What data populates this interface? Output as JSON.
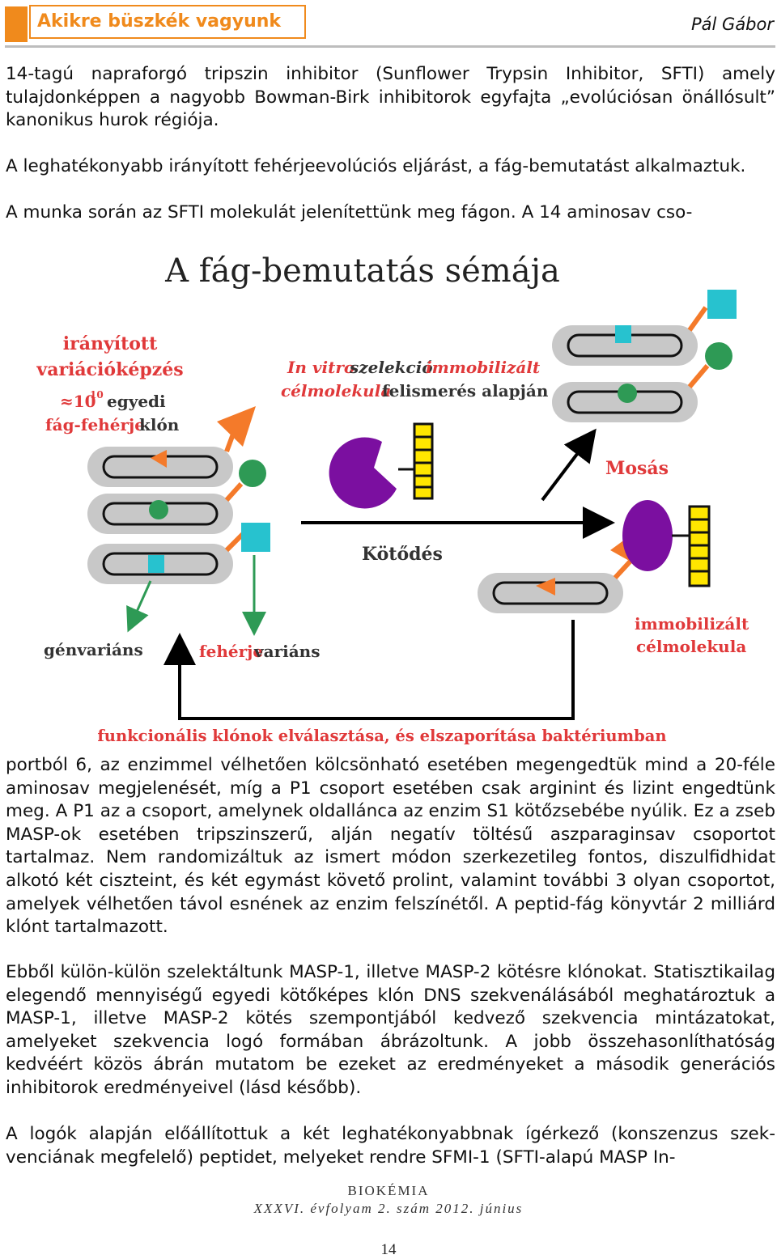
{
  "header": {
    "section": "Akikre büszkék vagyunk",
    "author": "Pál Gábor",
    "accent_color": "#f08a1c"
  },
  "paragraphs_top": [
    "14-tagú napraforgó tripszin inhibitor (Sunflower Trypsin Inhibitor, SFTI) amely tulajdonképpen a nagyobb Bowman-Birk inhibitorok egyfajta „evolúciósan önál­lósult” kanonikus hurok régiója.",
    "A leghatékonyabb irányított fehérjeevolúciós eljárást, a fág-bemutatást alkal­maztuk.",
    "A munka során az SFTI molekulát jelenítettünk meg fágon. A 14 aminosav cso-"
  ],
  "figure": {
    "title": "A fág-bemutatás sémája",
    "labels": {
      "iranyitott": "irányított",
      "variacio": "variációképzés",
      "approx": "≈10",
      "exponent": "10",
      "egyedi": "egyedi",
      "fag_feherje": "fág-fehérje",
      "klon": "klón",
      "invitro": "In vitro",
      "szelekcio": "szelekció",
      "immobilizalt": "immobilizált",
      "celmolekula": "célmolekula",
      "felismeres": "felismerés alapján",
      "kotodes": "Kötődés",
      "mosas": "Mosás",
      "genvarians": "génvariáns",
      "feherje": "fehérje",
      "varians": "variáns",
      "immob2": "immobilizált",
      "celmol2": "célmolekula",
      "funkcionalis": "funkcionális klónok elválasztása, és elszaporítása baktériumban"
    },
    "colors": {
      "red_label": "#e0393a",
      "orange": "#f47a2a",
      "green": "#2e9a55",
      "cyan": "#27c2cf",
      "purple": "#7b0fa0",
      "yellow": "#ffe600",
      "phage_gray": "#c8c8c8"
    }
  },
  "paragraphs_bottom": [
    "portból 6, az enzimmel vélhetően kölcsönható esetében megengedtük mind a 20-féle aminosav megjelenését, míg a P1 csoport esetében csak arginint és lizint engedtünk meg. A P1 az a csoport, amelynek oldallánca az enzim S1 kötőzse­bébe nyúlik. Ez a zseb MASP-ok esetében tripszinszerű, alján negatív töltésű aszparaginsav csoportot tartalmaz. Nem randomizáltuk az ismert módon szerke­zetileg fontos, diszulfidhidat alkotó két ciszteint, és két egymást követő prolint, valamint további 3 olyan csoportot, amelyek vélhetően távol esnének az enzim felszínétől. A peptid-fág könyvtár 2 milliárd klónt tartalmazott.",
    "Ebből külön-külön szelektáltunk MASP-1, illetve MASP-2 kötésre klónokat. Sta­tisztikailag elegendő mennyiségű egyedi kötőképes klón DNS szekvenálásából meghatároztuk a MASP-1, illetve MASP-2 kötés szempontjából kedvező szek­vencia mintázatokat, amelyeket szekvencia logó formában ábrázoltunk. A jobb összehasonlíthatóság kedvéért közös ábrán mutatom be ezeket az eredménye­ket a második generációs  inhibitorok eredményeivel (lásd később).",
    "A logók alapján előállítottuk a két leghatékonyabbnak ígérkező (konszenzus szek­venciának megfelelő) peptidet, melyeket rendre SFMI-1 (SFTI-alapú MASP In-"
  ],
  "footer": {
    "journal": "BIOKÉMIA",
    "issue": "XXXVI. évfolyam 2. szám 2012. június",
    "page": "14"
  }
}
